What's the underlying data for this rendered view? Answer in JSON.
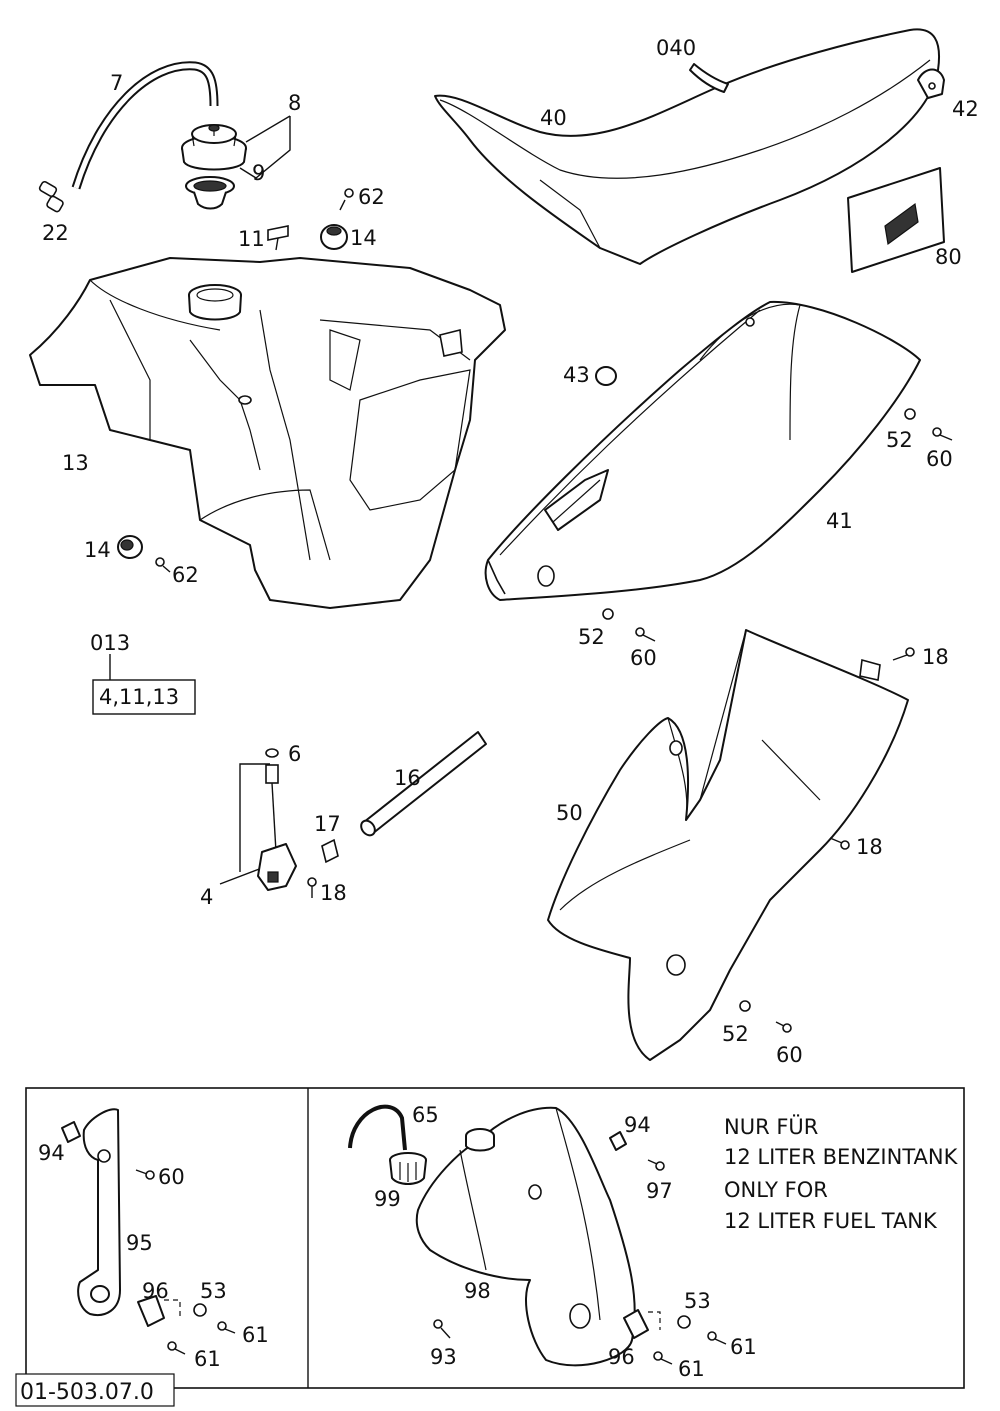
{
  "labels": {
    "l7": "7",
    "l8": "8",
    "l9": "9",
    "l22": "22",
    "l62a": "62",
    "l11": "11",
    "l14a": "14",
    "l040": "040",
    "l40": "40",
    "l42": "42",
    "l80": "80",
    "l13": "13",
    "l14b": "14",
    "l62b": "62",
    "l43": "43",
    "l52a": "52",
    "l60a": "60",
    "l41": "41",
    "l52b": "52",
    "l60b": "60",
    "l013": "013",
    "box": "4,11,13",
    "l6": "6",
    "l16": "16",
    "l17": "17",
    "l4": "4",
    "l18a": "18",
    "l18b": "18",
    "l50": "50",
    "l18c": "18",
    "l52c": "52",
    "l60c": "60",
    "l94a": "94",
    "l60d": "60",
    "l95": "95",
    "l96a": "96",
    "l53a": "53",
    "l61a": "61",
    "l61b": "61",
    "l65": "65",
    "l99": "99",
    "l94b": "94",
    "l97": "97",
    "l98": "98",
    "l93": "93",
    "l53b": "53",
    "l96b": "96",
    "l61c": "61",
    "l61d": "61"
  },
  "note": {
    "line1": "NUR FÜR",
    "line2": "12 LITER BENZINTANK",
    "line3": "ONLY FOR",
    "line4": "12 LITER FUEL TANK"
  },
  "drawing_code": "01-503.07.0"
}
